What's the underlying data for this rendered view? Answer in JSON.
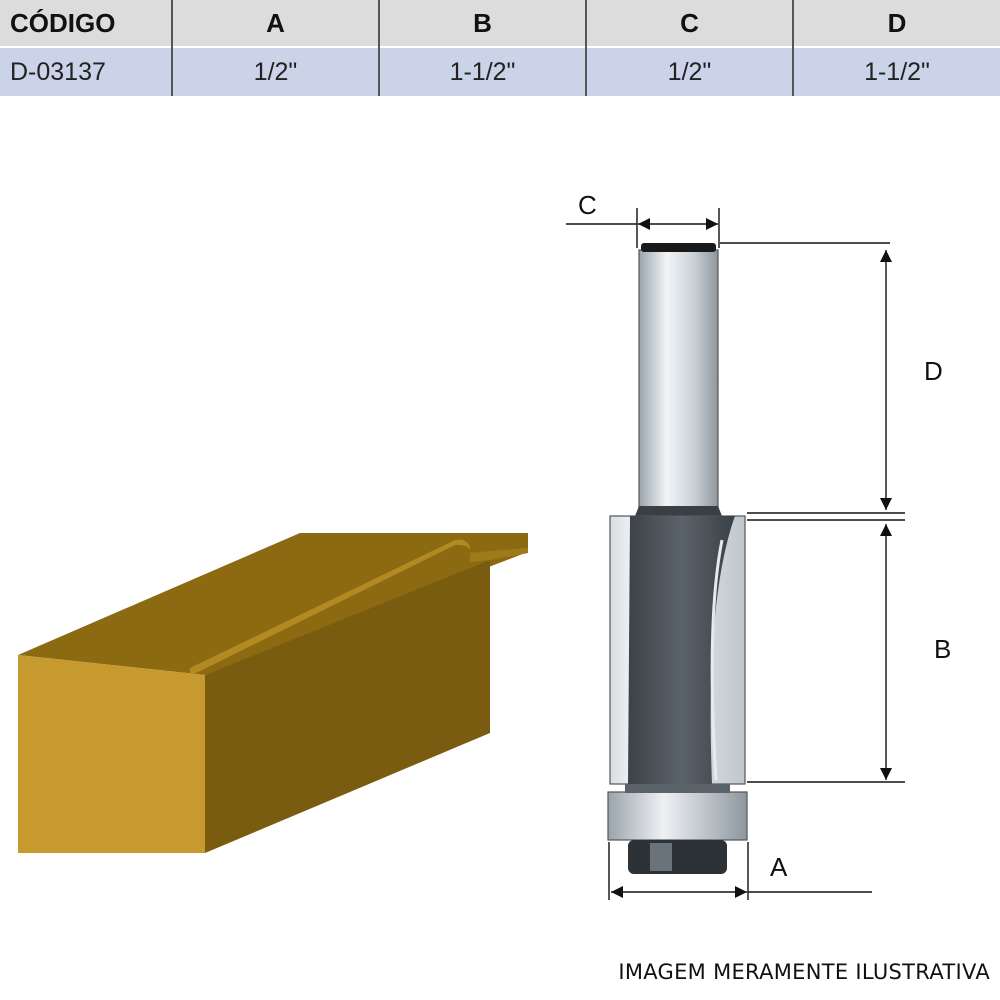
{
  "table": {
    "headers": [
      "CÓDIGO",
      "A",
      "B",
      "C",
      "D"
    ],
    "row": [
      "D-03137",
      "1/2\"",
      "1-1/2\"",
      "1/2\"",
      "1-1/2\""
    ]
  },
  "diagram": {
    "labels": {
      "a": "A",
      "b": "B",
      "c": "C",
      "d": "D"
    }
  },
  "colors": {
    "header_bg": "#dcdcdc",
    "row_bg": "#cbd3e8",
    "wood_front": "#c69a2e",
    "wood_top": "#8b6a12",
    "wood_side": "#7a5c10",
    "cutter_dark": "#4b5258",
    "shank_light": "#e9eef2"
  },
  "footer": {
    "note": "IMAGEM MERAMENTE ILUSTRATIVA"
  }
}
